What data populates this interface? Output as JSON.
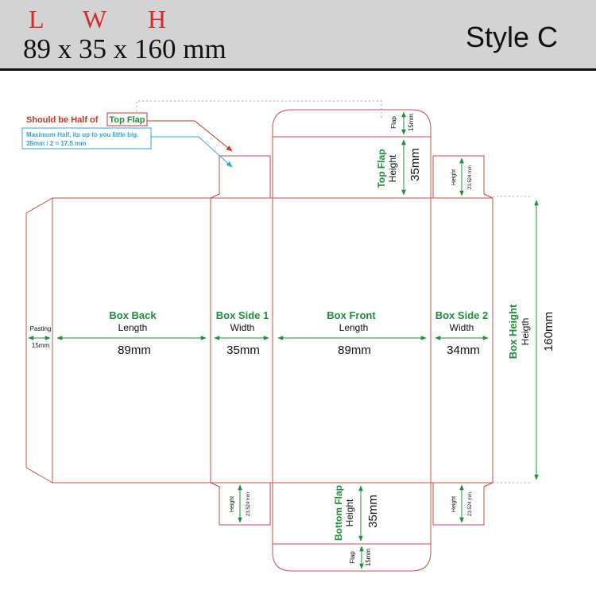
{
  "header": {
    "letters": [
      "L",
      "W",
      "H"
    ],
    "dimensions": "89 x 35 x 160 mm",
    "style": "Style C"
  },
  "callout": {
    "prefix": "Should be Half of",
    "box_label": "Top Flap",
    "note_line1": "Maximum Half, its up to you little big.",
    "note_line2": "35mm / 2  = 17.5 mm"
  },
  "panels": {
    "box_back": {
      "title": "Box Back",
      "sub": "Length",
      "value": "89mm"
    },
    "box_side_1": {
      "title": "Box Side 1",
      "sub": "Width",
      "value": "35mm"
    },
    "box_front": {
      "title": "Box Front",
      "sub": "Length",
      "value": "89mm"
    },
    "box_side_2": {
      "title": "Box Side 2",
      "sub": "Width",
      "value": "34mm"
    }
  },
  "pasting": {
    "label": "Pasting",
    "value": "15mm"
  },
  "box_height": {
    "title": "Box Height",
    "sub": "Heigth",
    "value": "160mm"
  },
  "top_flap": {
    "title": "Top Flap",
    "sub": "Height",
    "value": "35mm"
  },
  "top_flap_tab": {
    "label": "Flap",
    "value": "15mm"
  },
  "bottom_flap": {
    "title": "Bottom Flap",
    "sub": "Height",
    "value": "35mm"
  },
  "bottom_flap_tab": {
    "label": "Flap",
    "value": "15mm"
  },
  "dust_flap": {
    "label": "Height",
    "value": "23.524 mm"
  },
  "colors": {
    "cut_line": "#c0504d",
    "green": "#1f8f3a",
    "red": "#c0392b",
    "blue": "#3aa0d8",
    "header_bg": "#d3d3d3"
  }
}
